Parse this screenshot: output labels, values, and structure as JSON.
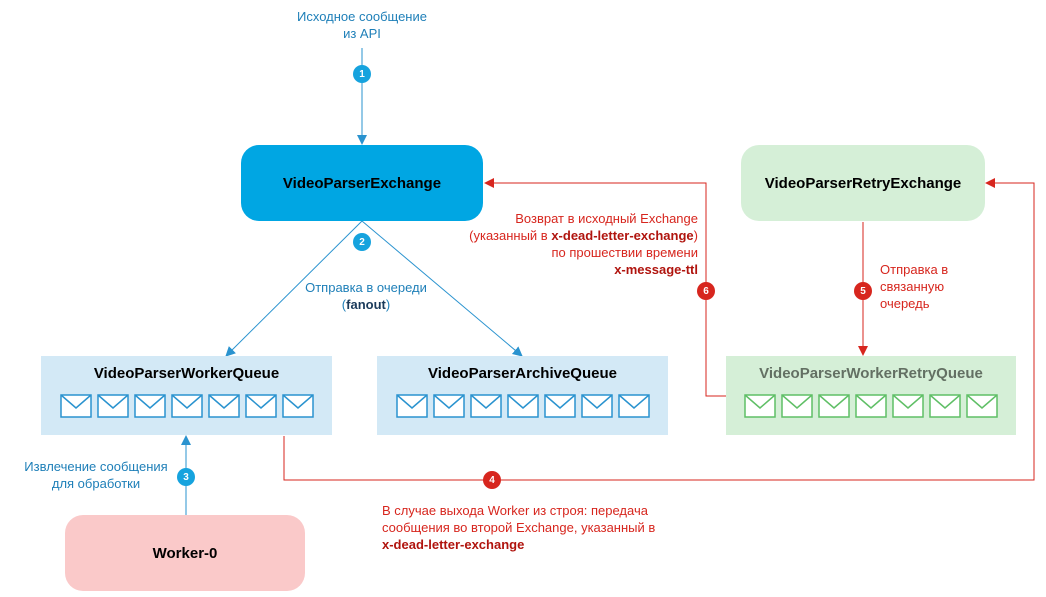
{
  "nodes": {
    "video_parser_exchange": "VideoParserExchange",
    "video_parser_retry_exchange": "VideoParserRetryExchange",
    "worker": "Worker-0"
  },
  "queues": {
    "worker_queue": "VideoParserWorkerQueue",
    "archive_queue": "VideoParserArchiveQueue",
    "retry_queue": "VideoParserWorkerRetryQueue"
  },
  "steps": [
    "1",
    "2",
    "3",
    "4",
    "5",
    "6"
  ],
  "labels": {
    "source_line1": "Исходное сообщение",
    "source_line2": "из API",
    "fanout_line1": "Отправка в очереди",
    "fanout_open": "(",
    "fanout_bold": "fanout",
    "fanout_close": ")",
    "extract_line1": "Извлечение сообщения",
    "extract_line2": "для обработки",
    "return_line1": "Возврат в исходный Exchange",
    "return_line2_a": "(указанный в ",
    "return_line2_bold": "x-dead-letter-exchange",
    "return_line2_b": ")",
    "return_line3": "по прошествии времени",
    "return_line4_bold": "x-message-ttl",
    "bound_line1": "Отправка в",
    "bound_line2": "связанную",
    "bound_line3": "очередь",
    "failure_line1": "В случае выхода Worker из строя: передача",
    "failure_line2": "сообщения во второй Exchange, указанный в",
    "failure_line3_bold": "x-dead-letter-exchange"
  },
  "colors": {
    "exchange_blue": "#00A6E3",
    "queue_blue": "#D3E9F6",
    "retry_green": "#D5EFD7",
    "worker_pink": "#FAC9C9",
    "arrow_blue": "#2A93CF",
    "arrow_red": "#D7261E"
  },
  "icons": {
    "message": "envelope-icon"
  }
}
